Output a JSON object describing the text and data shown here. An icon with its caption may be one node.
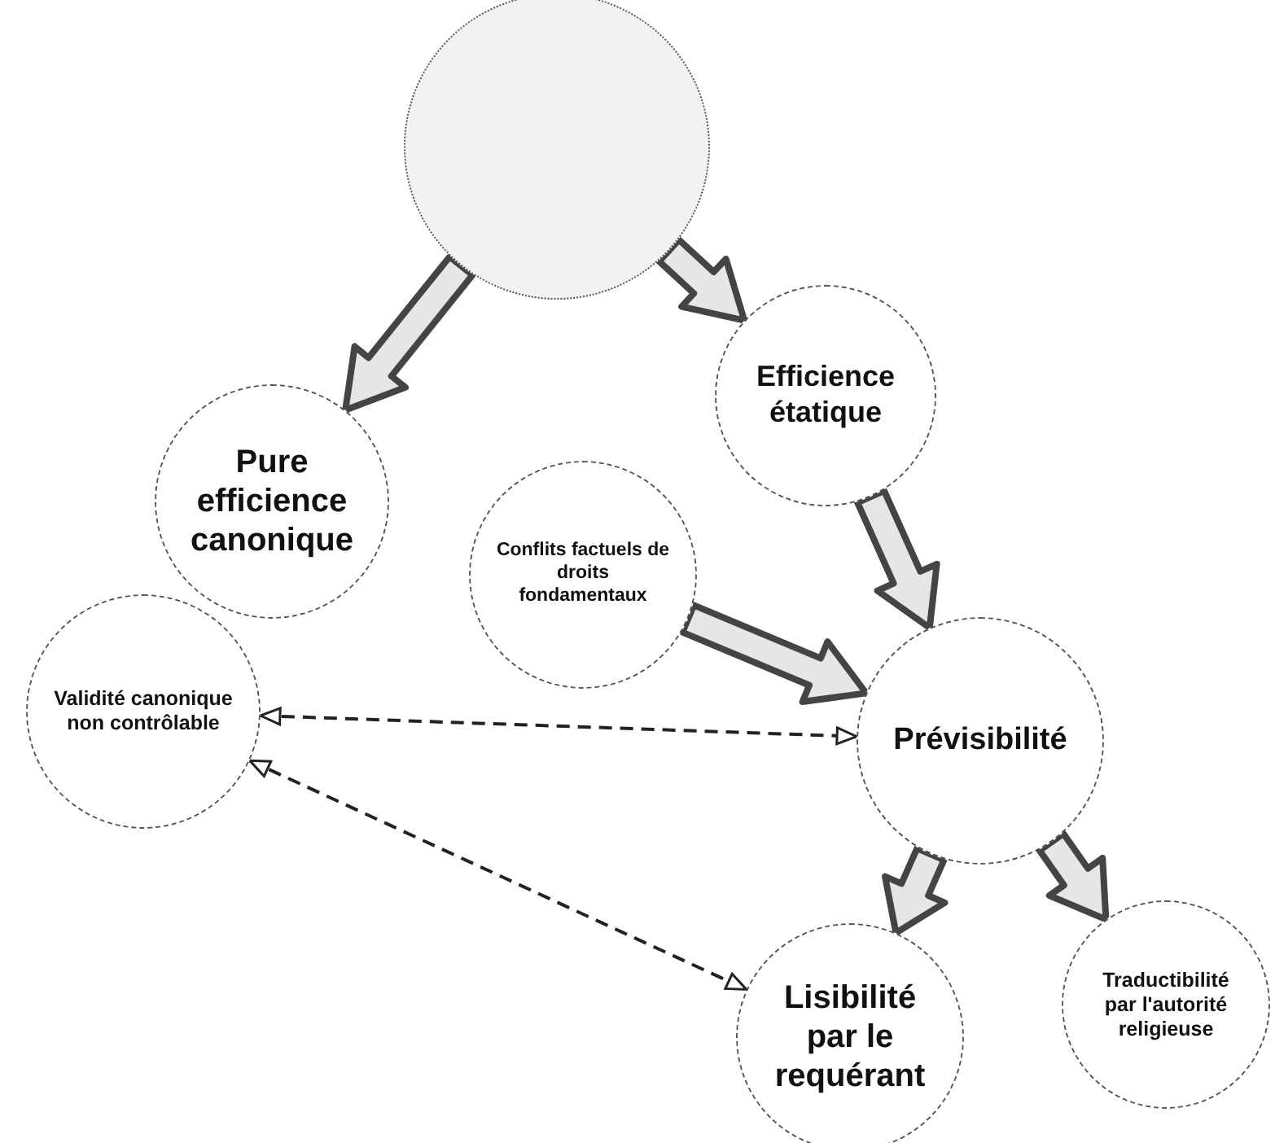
{
  "diagram": {
    "nodes": [
      {
        "text": [],
        "shape": "circle"
      },
      {
        "text": [
          "Pure efficience canonique"
        ]
      },
      {
        "text": [
          "Efficience étatique"
        ]
      },
      {
        "text": [
          "Conflits factuels de droits fondamentaux"
        ]
      },
      {
        "text": [
          "Validité canonique non contrôlable"
        ]
      },
      {
        "text": [
          "Prévisibilité"
        ]
      },
      {
        "text": [
          "Lisibilité par le requérant"
        ]
      },
      {
        "text": [
          "Traductibilité par l'autorité religieuse"
        ]
      }
    ],
    "edges": [
      {
        "from": 0,
        "to": 1,
        "arrow": "to",
        "style": "thick"
      },
      {
        "from": 0,
        "to": 2,
        "arrow": "to",
        "style": "thick"
      },
      {
        "from": 2,
        "to": 5,
        "arrow": "to",
        "style": "thick"
      },
      {
        "from": 3,
        "to": 5,
        "arrow": "to",
        "style": "thick"
      },
      {
        "from": 5,
        "to": 6,
        "arrow": "to",
        "style": "thick"
      },
      {
        "from": 5,
        "to": 7,
        "arrow": "to",
        "style": "thick"
      },
      {
        "from": 4,
        "to": 5,
        "arrow": "both",
        "style": "dashed",
        "color": "#222222"
      },
      {
        "from": 4,
        "to": 6,
        "arrow": "both",
        "style": "dashed",
        "color": "#222222"
      }
    ]
  }
}
